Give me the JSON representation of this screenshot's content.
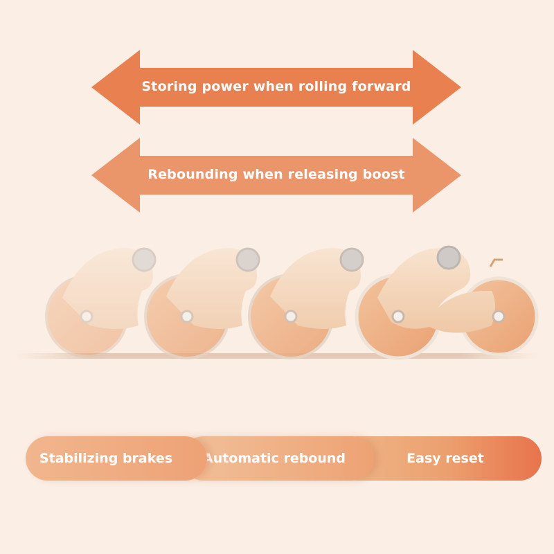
{
  "arrows": {
    "top_label": "Storing power when rolling forward",
    "bottom_label": "Rebounding when releasing boost"
  },
  "features": [
    {
      "label": "Stabilizing brakes"
    },
    {
      "label": "Automatic rebound"
    },
    {
      "label": "Easy reset"
    }
  ],
  "colors": {
    "background": "#fbeee4",
    "arrow_top": "#e8804f",
    "arrow_bottom": "#eb966a",
    "wheel": "#efb58c",
    "body": "#f6d9bf",
    "knob": "#cfcac7"
  }
}
